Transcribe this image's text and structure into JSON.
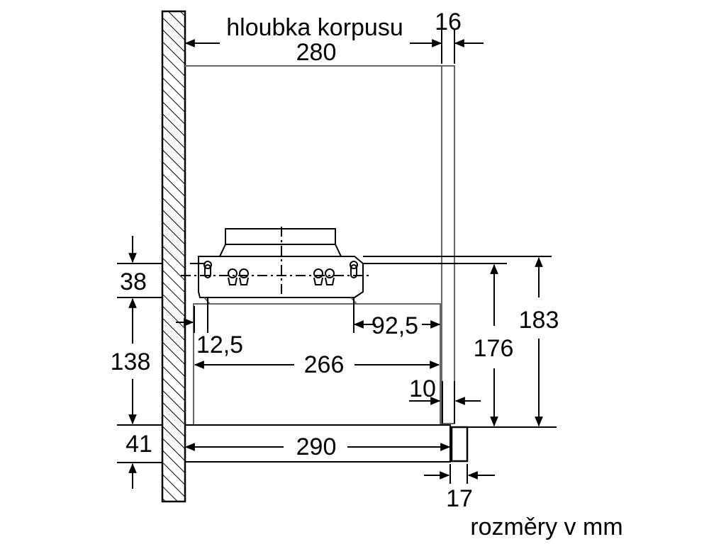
{
  "labels": {
    "depth_caption": "hloubka korpusu",
    "depth_value": "280",
    "panel_thickness": "16",
    "height_38": "38",
    "height_138": "138",
    "height_41": "41",
    "offset_12_5": "12,5",
    "offset_92_5": "92,5",
    "width_266": "266",
    "gap_10": "10",
    "width_290": "290",
    "front_17": "17",
    "height_176": "176",
    "height_183": "183",
    "units_note": "rozměry v mm"
  }
}
